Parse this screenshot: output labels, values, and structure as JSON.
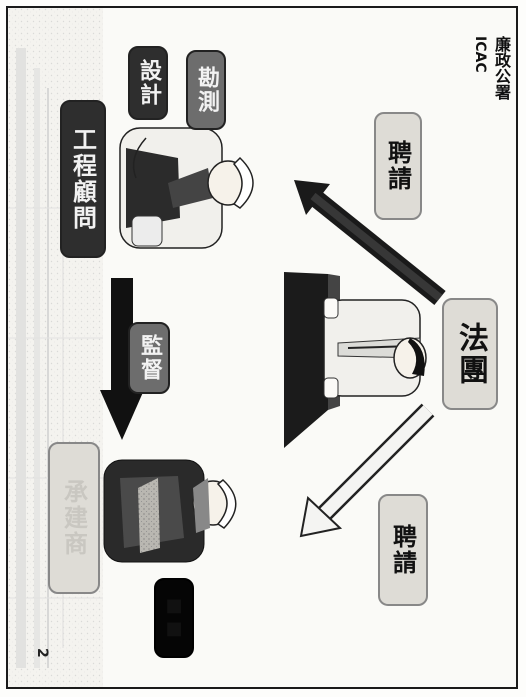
{
  "logo": {
    "chinese": "廉政公署",
    "english": "ICAC"
  },
  "labels": {
    "survey": "勘測",
    "design": "設計",
    "consultant": "工程顧問",
    "supervise": "監督",
    "hire_top": "聘請",
    "hire_bottom": "聘請",
    "owner": "法團",
    "contractor": "承建商",
    "blackout": "■■"
  },
  "page_number": "2"
}
